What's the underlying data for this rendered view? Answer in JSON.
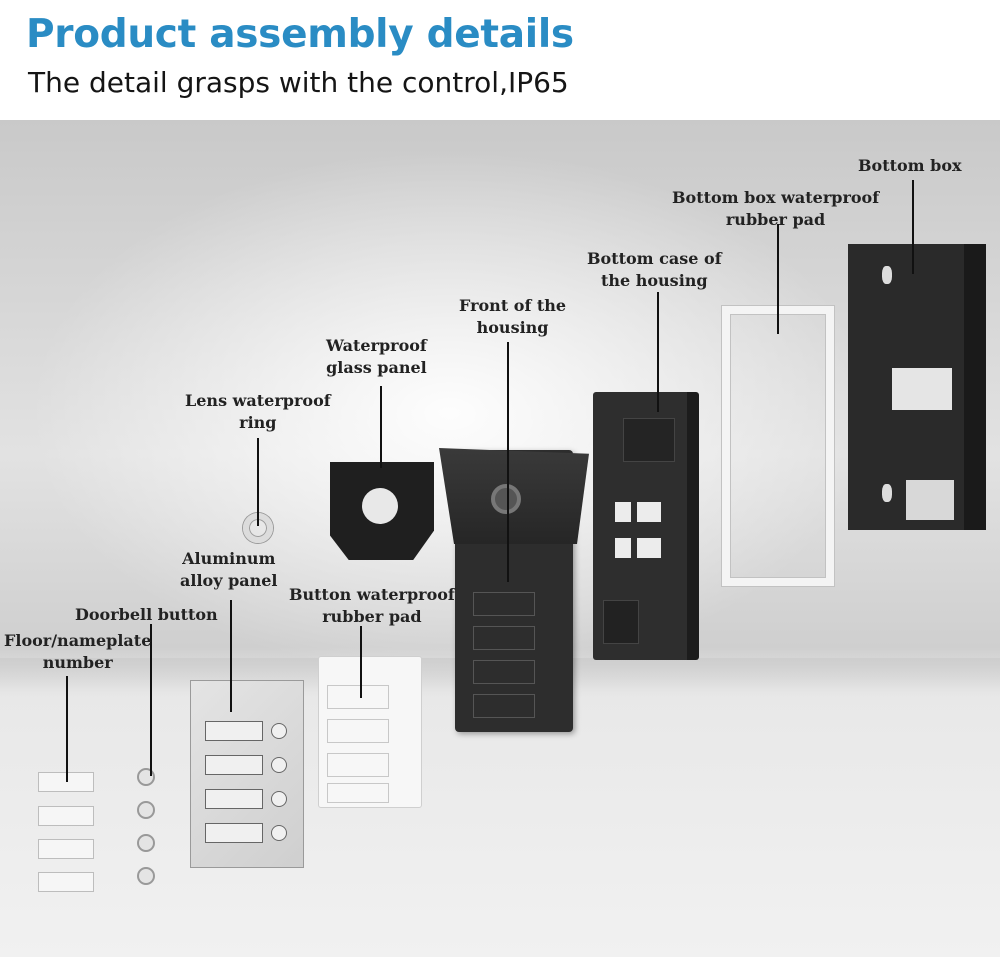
{
  "header": {
    "title": "Product assembly details",
    "subtitle": "The detail grasps with the control,IP65"
  },
  "labels": {
    "bottom_box": "Bottom box",
    "bottom_box_pad": [
      "Bottom box waterproof",
      "rubber pad"
    ],
    "bottom_case": [
      "Bottom case of",
      "the housing"
    ],
    "front_housing": [
      "Front of the",
      "housing"
    ],
    "glass_panel": [
      "Waterproof",
      "glass panel"
    ],
    "lens_ring": [
      "Lens waterproof",
      "ring"
    ],
    "aluminum_panel": [
      "Aluminum",
      "alloy panel"
    ],
    "button_pad": [
      "Button waterproof",
      "rubber pad"
    ],
    "doorbell_button": "Doorbell button",
    "nameplate": [
      "Floor/nameplate",
      "number"
    ]
  },
  "colors": {
    "title": "#2a8cc4",
    "dark_part": "#2b2b2b",
    "light_part": "#e9e9e9"
  }
}
